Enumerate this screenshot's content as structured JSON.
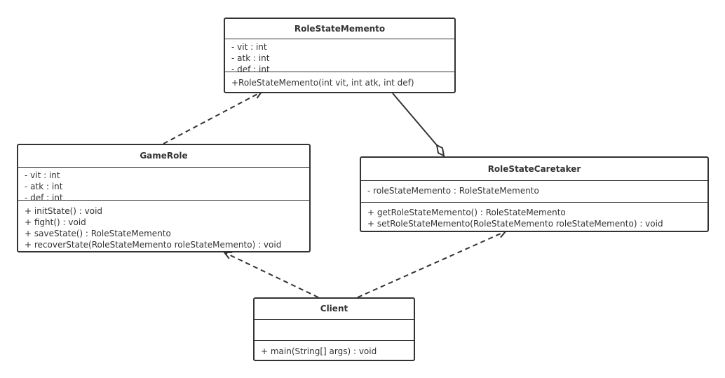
{
  "classes": {
    "memento": {
      "name": "RoleStateMemento",
      "attributes": [
        "- vit : int",
        "- atk : int",
        "- def : int"
      ],
      "methods": [
        "+RoleStateMemento(int vit, int atk, int def)"
      ]
    },
    "gamerole": {
      "name": "GameRole",
      "attributes": [
        "- vit : int",
        "- atk : int",
        "- def : int"
      ],
      "methods": [
        "+ initState() : void",
        "+ fight() : void",
        "+ saveState() : RoleStateMemento",
        "+ recoverState(RoleStateMemento roleStateMemento) : void"
      ]
    },
    "caretaker": {
      "name": "RoleStateCaretaker",
      "attributes": [
        "- roleStateMemento : RoleStateMemento"
      ],
      "methods": [
        "+ getRoleStateMemento() : RoleStateMemento",
        "+ setRoleStateMemento(RoleStateMemento roleStateMemento) : void"
      ]
    },
    "client": {
      "name": "Client",
      "attributes": [],
      "methods": [
        "+ main(String[] args) : void"
      ]
    }
  },
  "colors": {
    "stroke": "#333333",
    "background": "#ffffff"
  }
}
